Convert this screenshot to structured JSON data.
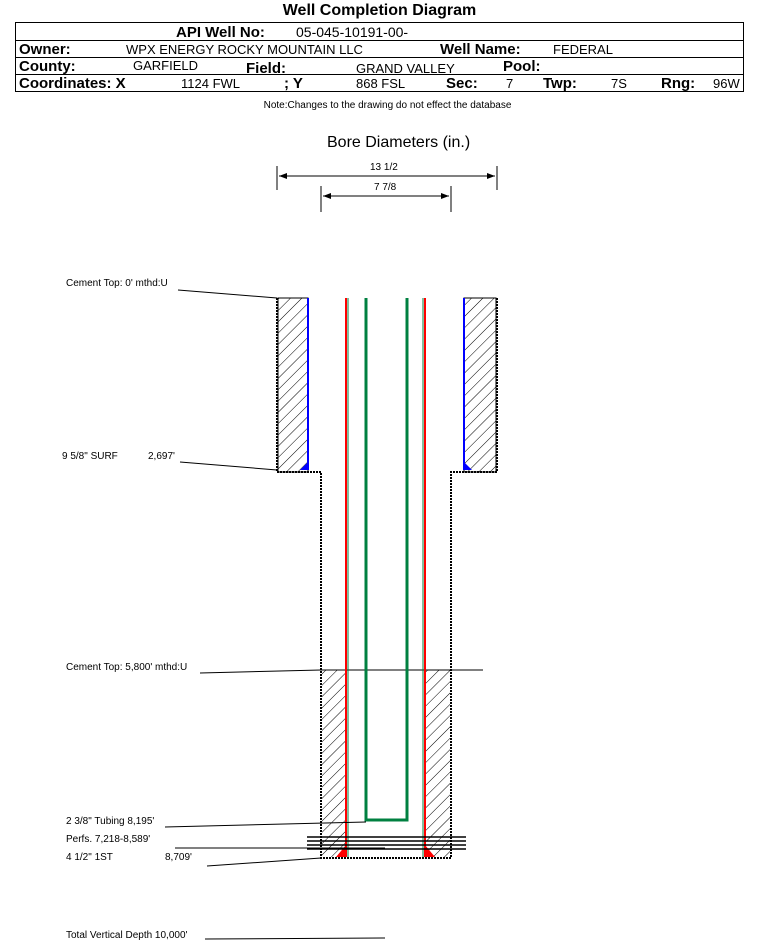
{
  "title": "Well Completion Diagram",
  "header": {
    "api_label": "API Well No:",
    "api_value": "05-045-10191-00-",
    "owner_label": "Owner:",
    "owner_value": "WPX ENERGY ROCKY MOUNTAIN LLC",
    "well_name_label": "Well Name:",
    "well_name_value": "FEDERAL",
    "county_label": "County:",
    "county_value": "GARFIELD",
    "field_label": "Field:",
    "field_value": "GRAND VALLEY",
    "pool_label": "Pool:",
    "coord_x_label": "Coordinates: X",
    "coord_x_value": "1124 FWL",
    "coord_y_label": "; Y",
    "coord_y_value": "868 FSL",
    "sec_label": "Sec:",
    "sec_value": "7",
    "twp_label": "Twp:",
    "twp_value": "7S",
    "rng_label": "Rng:",
    "rng_value": "96W"
  },
  "note": "Note:Changes to the drawing do not effect the database",
  "diagram": {
    "bore_title": "Bore Diameters (in.)",
    "bore_outer": "13 1/2",
    "bore_inner": "7 7/8",
    "labels": {
      "cement_top_surface": "Cement Top: 0' mthd:U",
      "surface_casing": "9 5/8\" SURF",
      "surface_casing_depth": "2,697'",
      "cement_top_prod": "Cement Top: 5,800' mthd:U",
      "tubing": "2 3/8\" Tubing 8,195'",
      "perfs": "Perfs. 7,218-8,589'",
      "prod_casing": "4 1/2\" 1ST",
      "prod_casing_depth": "8,709'",
      "tvd": "Total Vertical Depth 10,000'"
    },
    "colors": {
      "surface_casing": "#0000ff",
      "prod_casing": "#ff0000",
      "tubing": "#008040"
    }
  }
}
